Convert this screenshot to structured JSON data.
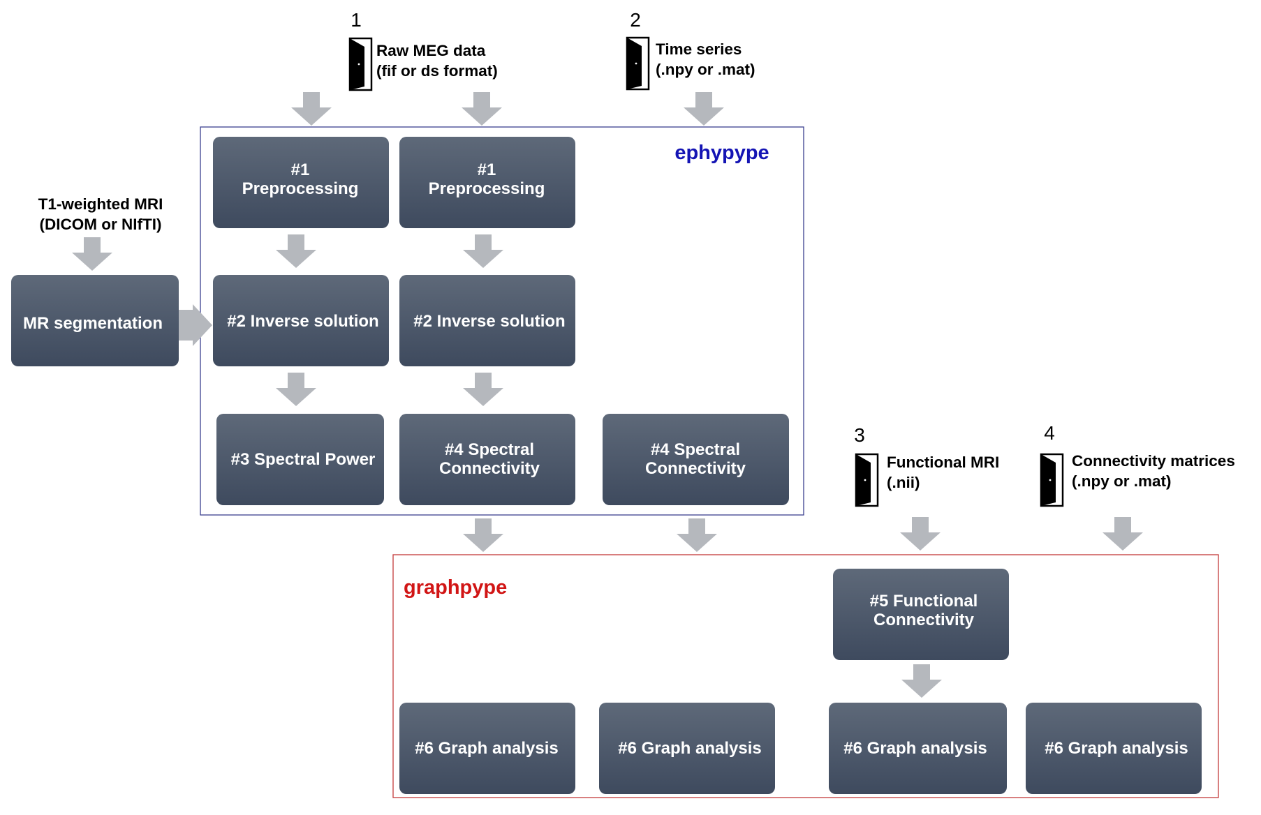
{
  "colors": {
    "box_top": "#5d6878",
    "box_bottom": "#3f4b5f",
    "arrow": "#b5b8bd",
    "ephypype_border": "#3a3f8f",
    "ephypype_label": "#1414b4",
    "graphpype_border": "#c43a3a",
    "graphpype_label": "#d11515",
    "text_dark": "#000000",
    "text_box": "#ffffff"
  },
  "inputs": {
    "raw_meg": {
      "number": "1",
      "line1": "Raw MEG data",
      "line2": "(fif or ds format)",
      "icon": "door-icon"
    },
    "time_series": {
      "number": "2",
      "line1": "Time series",
      "line2": "(.npy or .mat)",
      "icon": "door-icon"
    },
    "fmri": {
      "number": "3",
      "line1": "Functional MRI",
      "line2": "(.nii)",
      "icon": "door-icon"
    },
    "conn_matrices": {
      "number": "4",
      "line1": "Connectivity matrices",
      "line2": "(.npy or .mat)",
      "icon": "door-icon"
    },
    "t1": {
      "line1": "T1-weighted MRI",
      "line2": "(DICOM or NIfTI)"
    }
  },
  "containers": {
    "ephypype": "ephypype",
    "graphpype": "graphpype"
  },
  "nodes": {
    "mr_segmentation": "MR segmentation",
    "pre_a": [
      "#1",
      "Preprocessing"
    ],
    "pre_b": [
      "#1",
      "Preprocessing"
    ],
    "inv_a": "#2 Inverse solution",
    "inv_b": "#2 Inverse solution",
    "power": "#3 Spectral Power",
    "spec_conn_a": [
      "#4 Spectral",
      "Connectivity"
    ],
    "spec_conn_b": [
      "#4 Spectral",
      "Connectivity"
    ],
    "func_conn": [
      "#5 Functional",
      "Connectivity"
    ],
    "graph_a": "#6 Graph analysis",
    "graph_b": "#6 Graph analysis",
    "graph_c": "#6 Graph analysis",
    "graph_d": "#6 Graph analysis"
  }
}
